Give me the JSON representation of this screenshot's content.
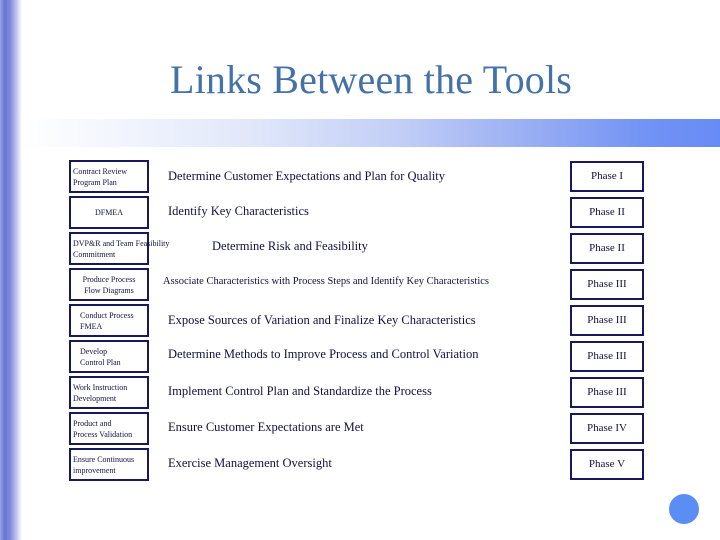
{
  "slide": {
    "title": "Links Between the Tools",
    "title_color": "#4472a8",
    "box_border_color": "#18185c",
    "accent_color": "#6b78d4",
    "bullet_color": "#5b8ef4"
  },
  "rows": [
    {
      "tool_line1": "Contract Review",
      "tool_line2": "Program Plan",
      "description": "Determine Customer Expectations and Plan for Quality",
      "phase": "Phase I"
    },
    {
      "tool_line1": "DFMEA",
      "tool_line2": "",
      "description": "Identify Key Characteristics",
      "phase": "Phase II"
    },
    {
      "tool_line1": "DVP&R and  Team  Feasibility",
      "tool_line2": "Commitment",
      "description": "Determine Risk and Feasibility",
      "phase": "Phase II"
    },
    {
      "tool_line1": "Produce Process",
      "tool_line2": "Flow Diagrams",
      "description": "Associate Characteristics with Process Steps and Identify Key Characteristics",
      "phase": "Phase III"
    },
    {
      "tool_line1": "Conduct Process",
      "tool_line2": "FMEA",
      "description": "Expose Sources of Variation and Finalize Key Characteristics",
      "phase": "Phase III"
    },
    {
      "tool_line1": "Develop",
      "tool_line2": "Control Plan",
      "description": "Determine Methods to Improve Process and Control Variation",
      "phase": "Phase III"
    },
    {
      "tool_line1": "Work Instruction",
      "tool_line2": "Development",
      "description": "Implement Control Plan and Standardize the Process",
      "phase": "Phase III"
    },
    {
      "tool_line1": "Product and",
      "tool_line2": "Process Validation",
      "description": "Ensure Customer Expectations are Met",
      "phase": "Phase IV"
    },
    {
      "tool_line1": "Ensure  Continuous",
      "tool_line2": "improvement",
      "description": "Exercise Management Oversight",
      "phase": "Phase V"
    }
  ]
}
